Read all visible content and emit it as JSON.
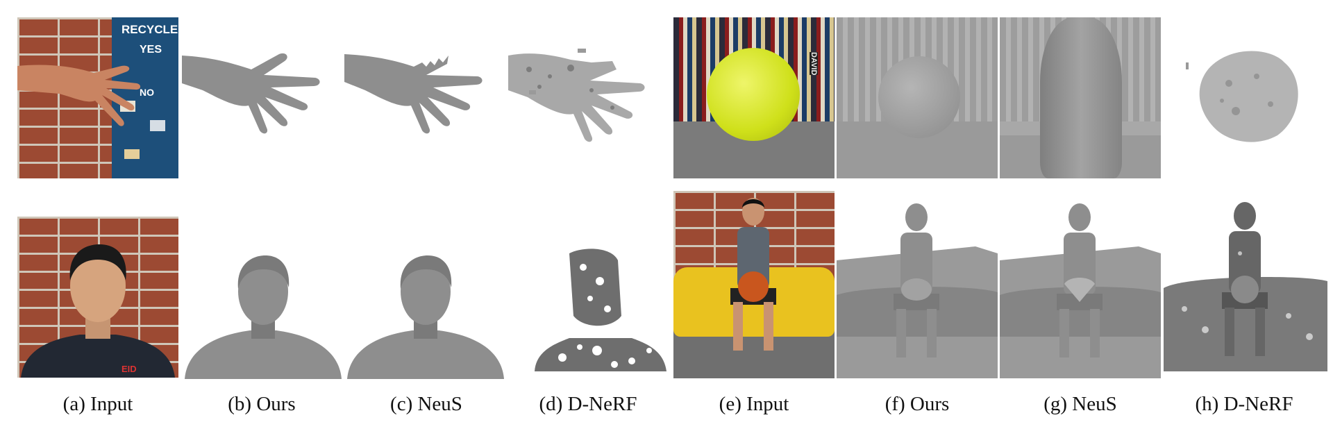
{
  "figure": {
    "poster": {
      "title": "RECYCLE",
      "yes": "YES",
      "no": "NO"
    },
    "book_spine": "DAVID",
    "shirt_text": "EID"
  },
  "captions": [
    {
      "id": "a",
      "label": "(a) Input"
    },
    {
      "id": "b",
      "label": "(b) Ours"
    },
    {
      "id": "c",
      "label": "(c) NeuS"
    },
    {
      "id": "d",
      "label": "(d) D-NeRF"
    },
    {
      "id": "e",
      "label": "(e) Input"
    },
    {
      "id": "f",
      "label": "(f) Ours"
    },
    {
      "id": "g",
      "label": "(g) NeuS"
    },
    {
      "id": "h",
      "label": "(h) D-NeRF"
    }
  ],
  "colors": {
    "mesh_gray": "#8e8e8e",
    "brick_red": "#9c4a33",
    "poster_blue": "#1d4f7a",
    "tennis_ball": "#d6e81e",
    "sofa_yellow": "#e9c21f"
  }
}
